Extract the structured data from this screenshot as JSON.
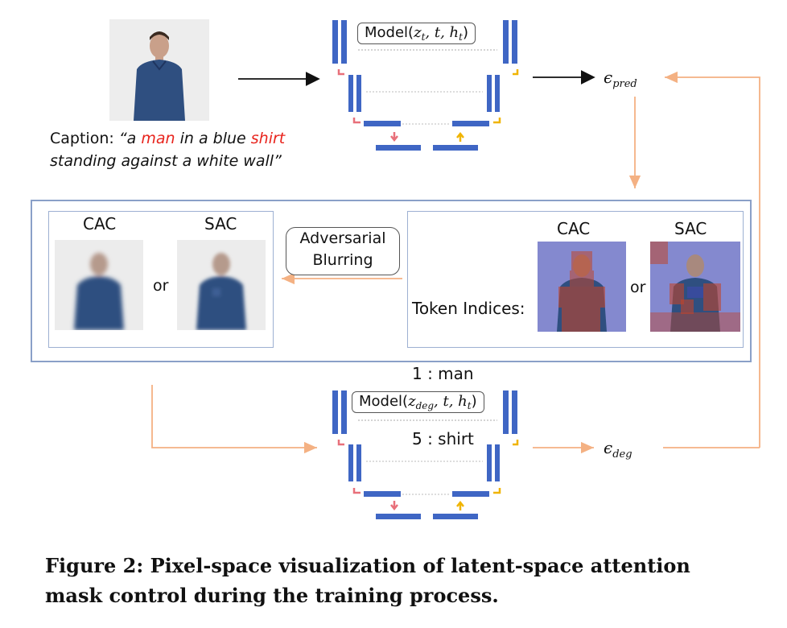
{
  "caption": {
    "lead": "Caption:",
    "parts": [
      "“a ",
      "man",
      " in a blue ",
      "shirt",
      "\nstanding against a white wall”"
    ]
  },
  "model_top": {
    "prefix": "Model(",
    "arg1": "z",
    "arg1_sub": "t",
    "rest": ", t, h",
    "rest_sub": "t",
    "suffix": ")"
  },
  "model_bottom": {
    "prefix": "Model(",
    "arg1": "z",
    "arg1_sub": "deg",
    "rest": ", t, h",
    "rest_sub": "t",
    "suffix": ")"
  },
  "eps_pred": {
    "symbol": "ϵ",
    "sub": "pred"
  },
  "eps_deg": {
    "symbol": "ϵ",
    "sub": "deg"
  },
  "left_panel": {
    "cac_label": "CAC",
    "sac_label": "SAC",
    "or_label": "or"
  },
  "adversarial": {
    "line1": "Adversarial",
    "line2": "Blurring"
  },
  "token_indices": {
    "title": "Token Indices:",
    "line1": "1 : man",
    "line2": "5 : shirt"
  },
  "right_panel": {
    "cac_label": "CAC",
    "sac_label": "SAC",
    "or_label": "or"
  },
  "figure_caption": "Figure 2: Pixel-space visualization of latent-space attention mask control during the training process.",
  "colors": {
    "unet_blue": "#3f66c4",
    "arrow_orange": "#f4b183",
    "highlight_red": "#e8231c",
    "mask_red": "#c0452c",
    "mask_blue": "#5a5fbf",
    "pink_arrow": "#e8707a",
    "gold_arrow": "#f0b400"
  }
}
